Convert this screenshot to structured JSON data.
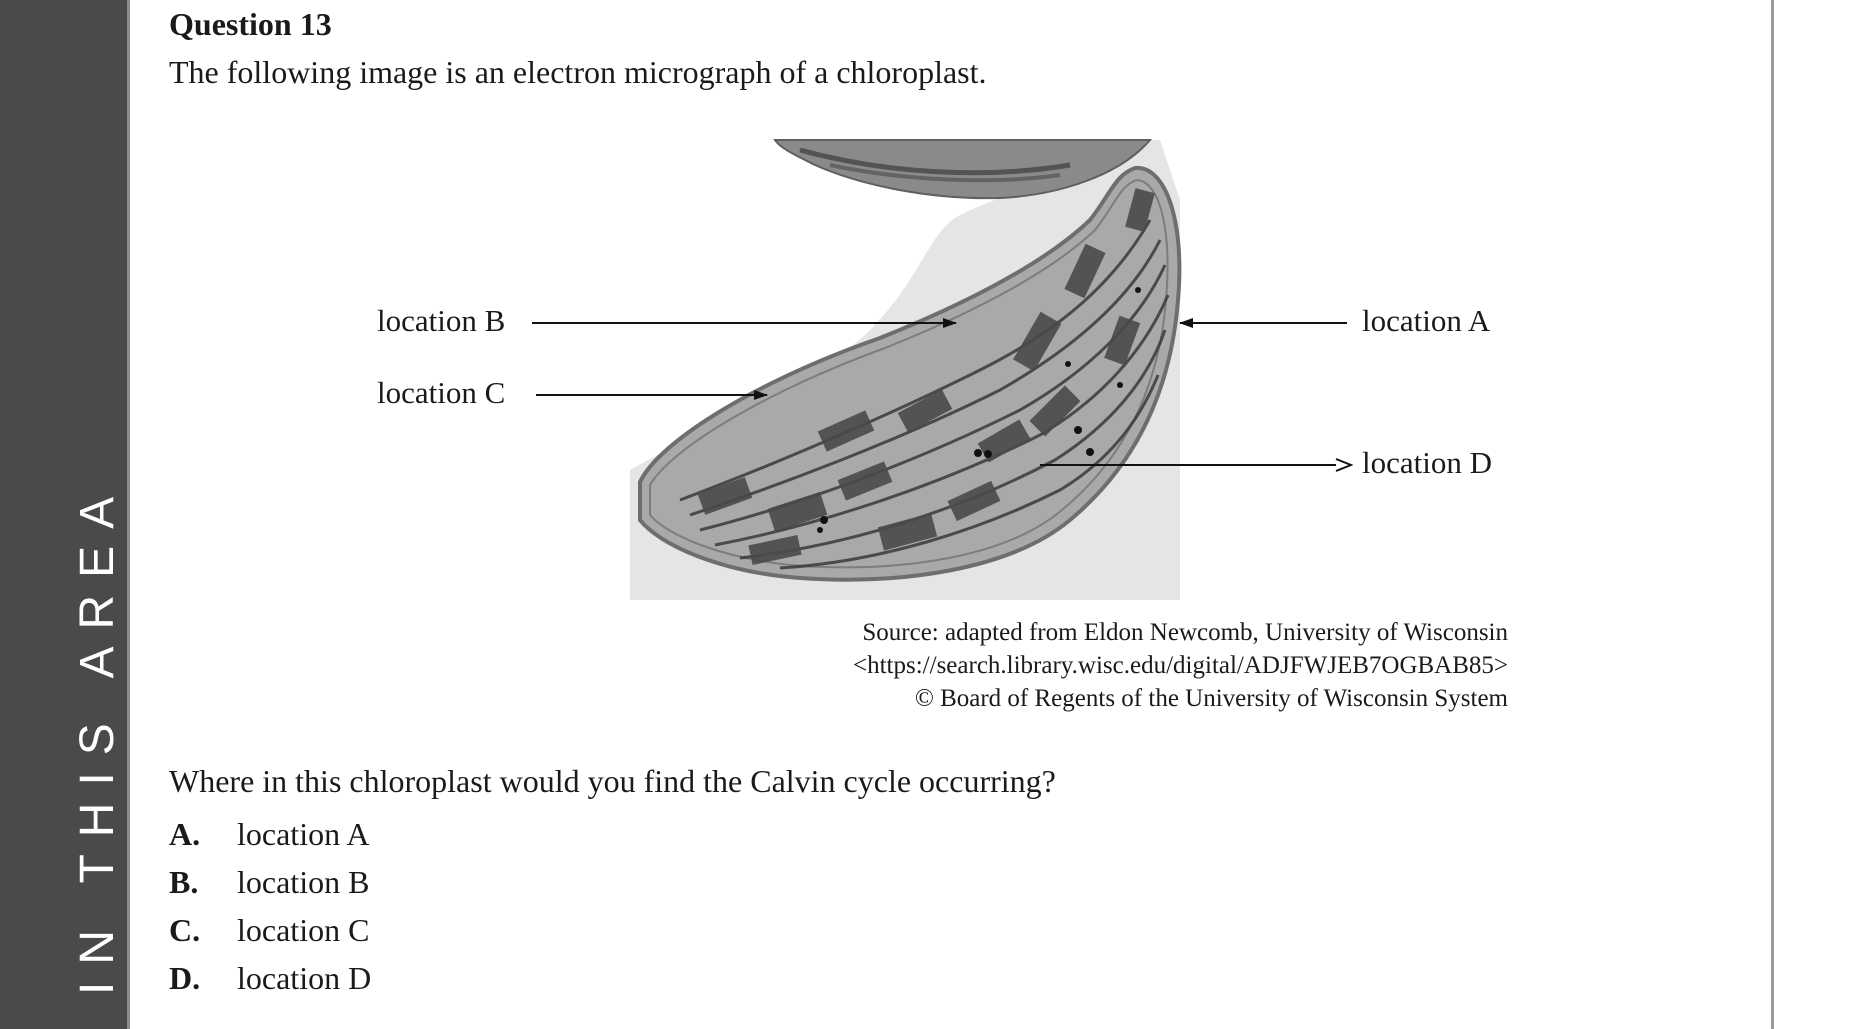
{
  "margin": {
    "side_text": "IN THIS AREA"
  },
  "question": {
    "heading": "Question 13",
    "intro": "The following image is an electron micrograph of a chloroplast.",
    "prompt": "Where in this chloroplast would you find the Calvin cycle occurring?"
  },
  "figure": {
    "labels": {
      "a": "location A",
      "b": "location B",
      "c": "location C",
      "d": "location D"
    },
    "source": {
      "line1": "Source: adapted from Eldon Newcomb, University of Wisconsin",
      "line2": "<https://search.library.wisc.edu/digital/ADJFWJEB7OGBAB85>",
      "line3": "© Board of Regents of the University of Wisconsin System"
    }
  },
  "options": [
    {
      "letter": "A.",
      "text": "location A"
    },
    {
      "letter": "B.",
      "text": "location B"
    },
    {
      "letter": "C.",
      "text": "location C"
    },
    {
      "letter": "D.",
      "text": "location D"
    }
  ]
}
